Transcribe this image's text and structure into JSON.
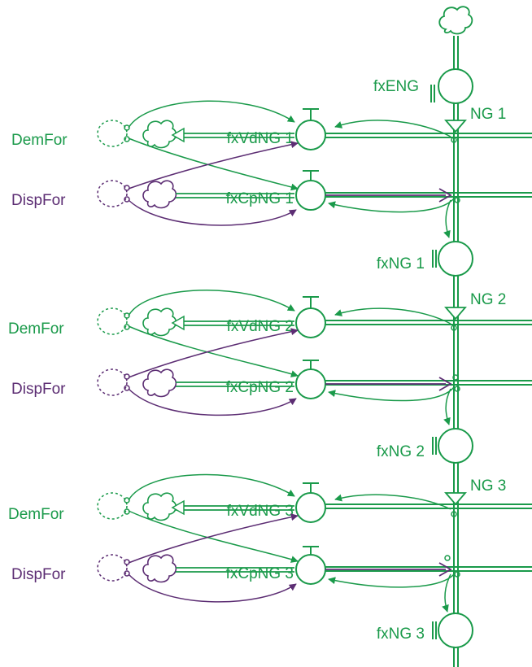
{
  "colors": {
    "green": "#1a9a4a",
    "purple": "#5c2d73",
    "background": "#ffffff"
  },
  "top": {
    "source_icon": "cloud-source-icon",
    "valve_label": "fxENG",
    "stock_label": "NG 1"
  },
  "sections": [
    {
      "dem_label": "DemFor",
      "disp_label": "DispFor",
      "vd_label": "fxVdNG 1",
      "cp_label": "fxCpNG 1",
      "fx_label": "fxNG 1",
      "next_stock": "NG 2"
    },
    {
      "dem_label": "DemFor",
      "disp_label": "DispFor",
      "vd_label": "fxVdNG 2",
      "cp_label": "fxCpNG 2",
      "fx_label": "fxNG 2",
      "next_stock": "NG 3"
    },
    {
      "dem_label": "DemFor",
      "disp_label": "DispFor",
      "vd_label": "fxVdNG 3",
      "cp_label": "fxCpNG 3",
      "fx_label": "fxNG 3",
      "next_stock": ""
    }
  ]
}
